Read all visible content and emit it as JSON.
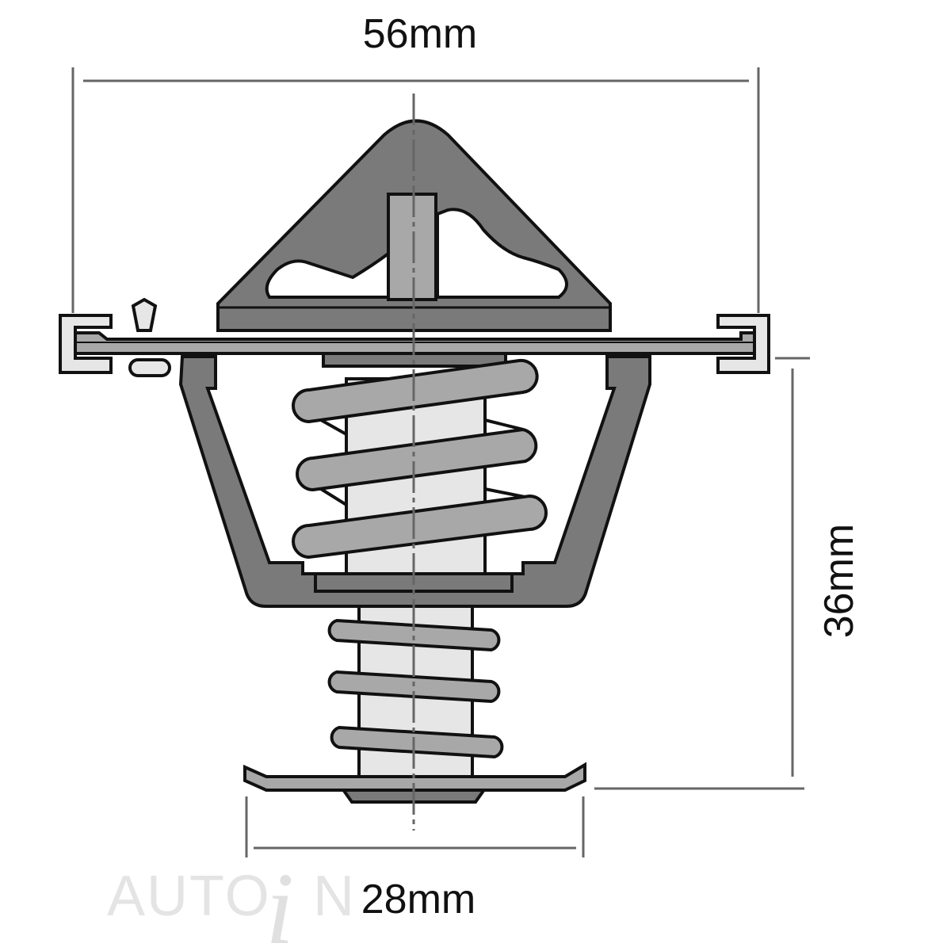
{
  "diagram": {
    "subject": "thermostat",
    "dimensions": {
      "overall_width": {
        "label": "56mm",
        "value": 56,
        "unit": "mm"
      },
      "height": {
        "label": "36mm",
        "value": 36,
        "unit": "mm"
      },
      "base_width": {
        "label": "28mm",
        "value": 28,
        "unit": "mm"
      }
    },
    "watermark": {
      "prefix": "AUTO",
      "letter": "i",
      "suffix": "N"
    },
    "colors": {
      "outline": "#111111",
      "dark_fill": "#7a7a7a",
      "mid_fill": "#a8a8a8",
      "light_fill": "#e6e6e6",
      "dimension_line": "#666666",
      "background": "#ffffff"
    }
  }
}
